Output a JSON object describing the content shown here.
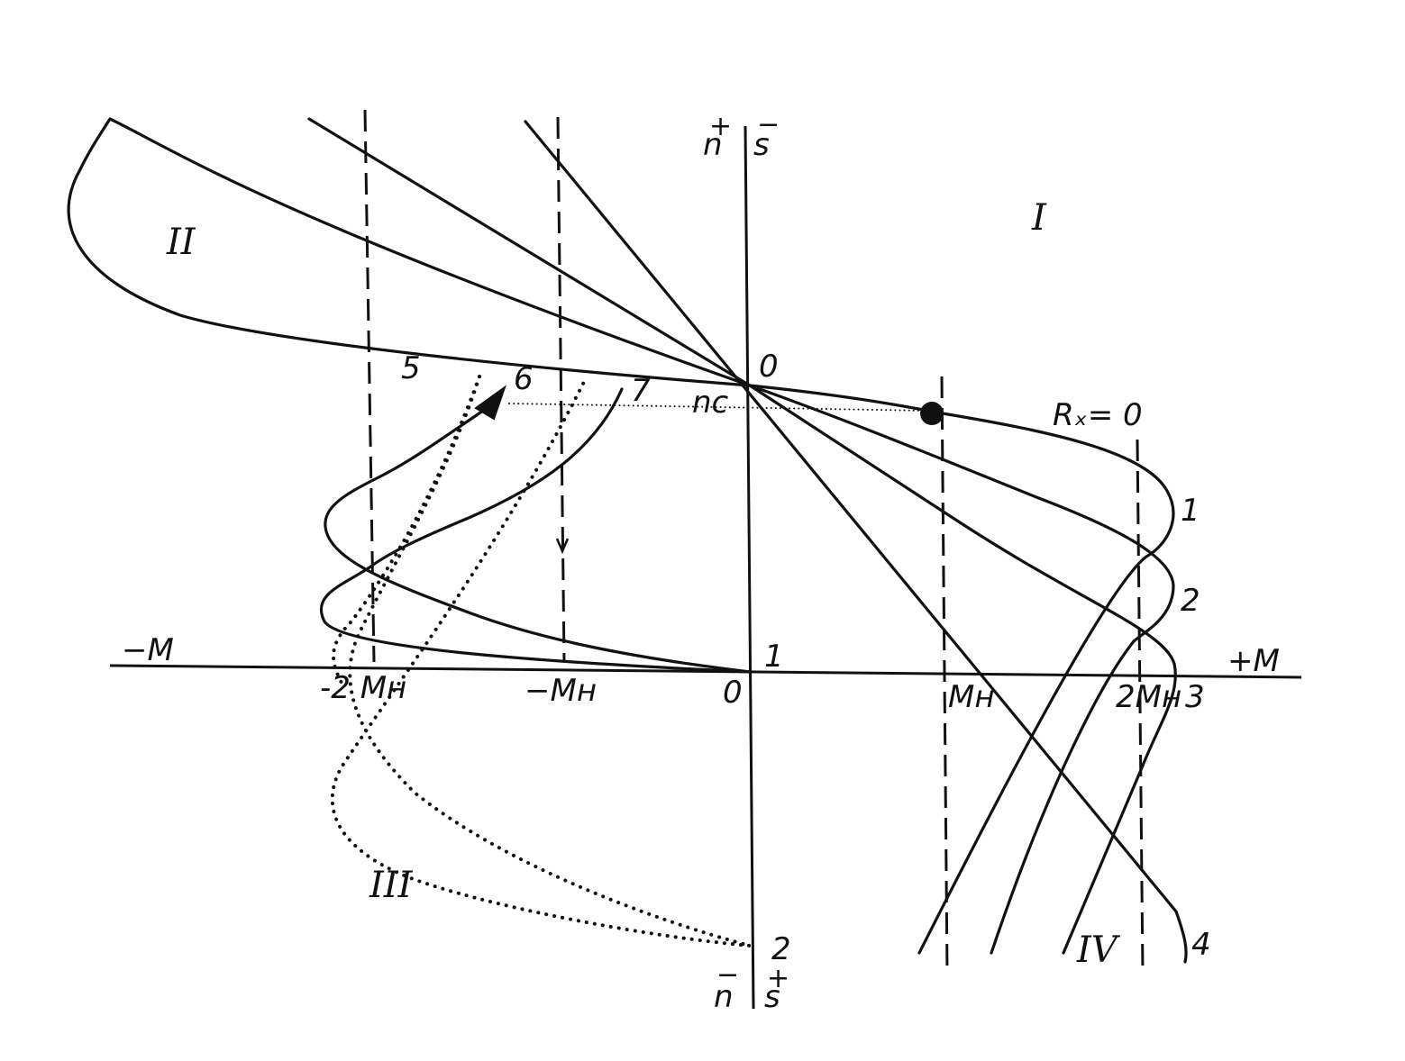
{
  "axes": {
    "x_neg": "−M",
    "x_pos": "+M",
    "y_top_n": "+\nn",
    "y_top_s": "−\ns",
    "y_bottom_n": "n",
    "y_bottom_s": "s"
  },
  "ticks": {
    "minus_2Mn": "-2 Mн",
    "minus_Mn": "−Mн",
    "origin": "0",
    "Mn": "Mн",
    "two_Mn": "2Mн"
  },
  "quadrants": {
    "q1": "I",
    "q2": "II",
    "q3": "III",
    "q4": "IV"
  },
  "point_labels": {
    "top_zero": "0",
    "n_c": "nс",
    "one": "1",
    "two": "2",
    "rx": "Rₓ= 0"
  },
  "curve_labels": {
    "c1": "1",
    "c2": "2",
    "c3": "3",
    "c4": "4",
    "c5": "5",
    "c6": "6",
    "c7": "7"
  }
}
